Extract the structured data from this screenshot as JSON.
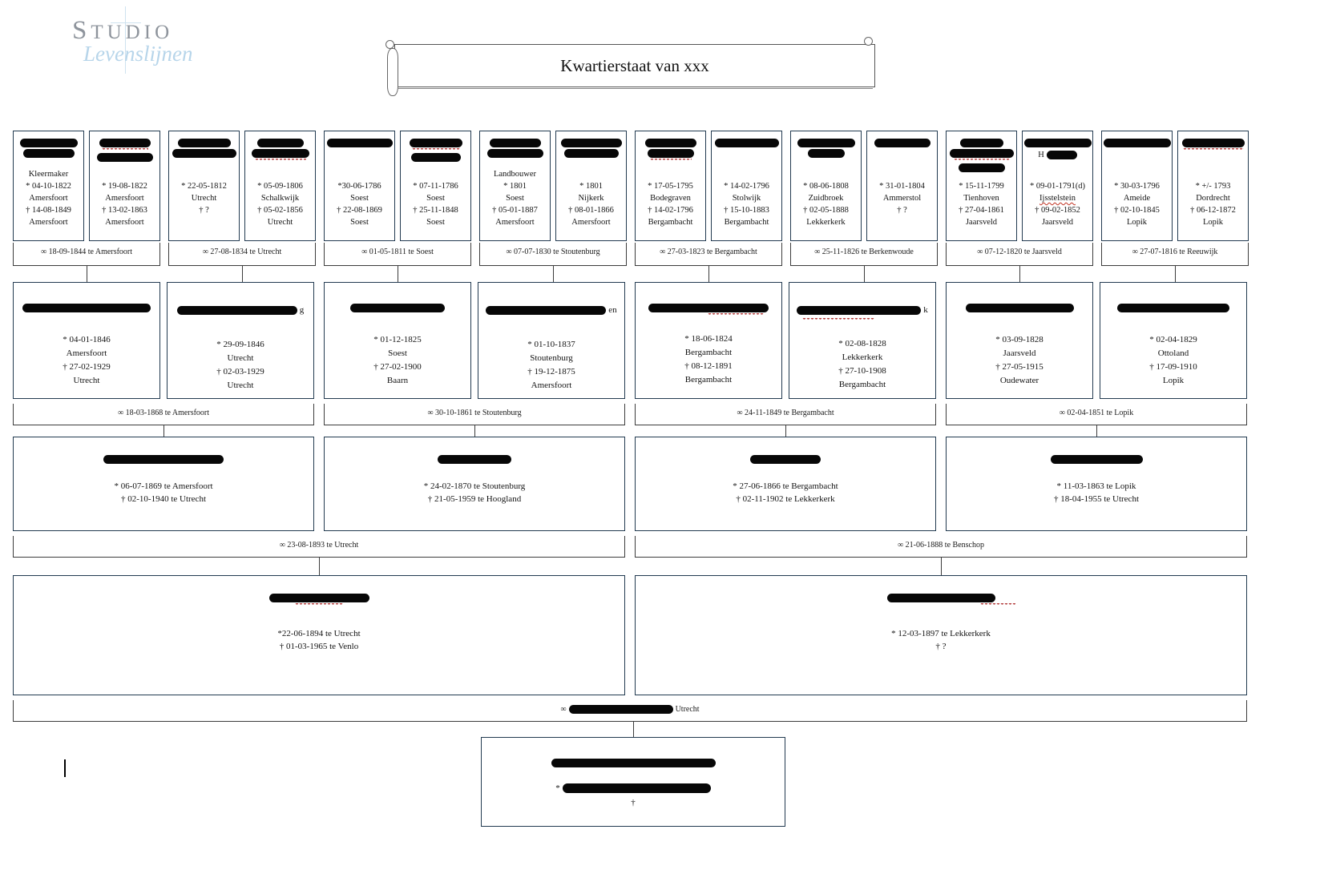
{
  "logo": {
    "studio": "Studio",
    "script": "Levenslijnen"
  },
  "banner": {
    "title": "Kwartierstaat van xxx"
  },
  "gen5": [
    {
      "occupation": "Kleermaker",
      "birth": "* 04-10-1822",
      "birth_place": "Amersfoort",
      "death": "† 14-08-1849",
      "death_place": "Amersfoort"
    },
    {
      "birth": "* 19-08-1822",
      "birth_place": "Amersfoort",
      "death": "† 13-02-1863",
      "death_place": "Amersfoort"
    },
    {
      "birth": "* 22-05-1812",
      "birth_place": "Utrecht",
      "death": "† ?"
    },
    {
      "birth": "* 05-09-1806",
      "birth_place": "Schalkwijk",
      "death": "† 05-02-1856",
      "death_place": "Utrecht"
    },
    {
      "birth": "*30-06-1786",
      "birth_place": "Soest",
      "death": "† 22-08-1869",
      "death_place": "Soest"
    },
    {
      "birth": "* 07-11-1786",
      "birth_place": "Soest",
      "death": "† 25-11-1848",
      "death_place": "Soest"
    },
    {
      "occupation": "Landbouwer",
      "birth": "* 1801",
      "birth_place": "Soest",
      "death": "† 05-01-1887",
      "death_place": "Amersfoort"
    },
    {
      "birth": "* 1801",
      "birth_place": "Nijkerk",
      "death": "† 08-01-1866",
      "death_place": "Amersfoort"
    },
    {
      "birth": "* 17-05-1795",
      "birth_place": "Bodegraven",
      "death": "† 14-02-1796",
      "death_place": "Bergambacht"
    },
    {
      "birth": "* 14-02-1796",
      "birth_place": "Stolwijk",
      "death": "† 15-10-1883",
      "death_place": "Bergambacht"
    },
    {
      "birth": "* 08-06-1808",
      "birth_place": "Zuidbroek",
      "death": "† 02-05-1888",
      "death_place": "Lekkerkerk"
    },
    {
      "birth": "* 31-01-1804",
      "birth_place": "Ammerstol",
      "death": "† ?"
    },
    {
      "birth": "* 15-11-1799",
      "birth_place": "Tienhoven",
      "death": "† 27-04-1861",
      "death_place": "Jaarsveld"
    },
    {
      "name_visible": "H",
      "birth": "* 09-01-1791(d)",
      "birth_place": "Ijsstelstein",
      "death": "† 09-02-1852",
      "death_place": "Jaarsveld"
    },
    {
      "birth": "* 30-03-1796",
      "birth_place": "Ameide",
      "death": "† 02-10-1845",
      "death_place": "Lopik"
    },
    {
      "birth": "* +/- 1793",
      "birth_place": "Dordrecht",
      "death": "† 06-12-1872",
      "death_place": "Lopik"
    }
  ],
  "marriages_g5": [
    {
      "label": "∞  18-09-1844 te Amersfoort"
    },
    {
      "label": "∞ 27-08-1834 te Utrecht"
    },
    {
      "label": "∞ 01-05-1811 te Soest"
    },
    {
      "label": "∞ 07-07-1830 te Stoutenburg"
    },
    {
      "label": "∞ 27-03-1823 te Bergambacht"
    },
    {
      "label": "∞ 25-11-1826 te Berkenwoude"
    },
    {
      "label": "∞ 07-12-1820 te Jaarsveld"
    },
    {
      "label": "∞ 27-07-1816 te Reeuwijk"
    }
  ],
  "gen4": [
    {
      "birth": "* 04-01-1846",
      "birth_place": "Amersfoort",
      "death": "† 27-02-1929",
      "death_place": "Utrecht"
    },
    {
      "name_suffix": "g",
      "birth": "* 29-09-1846",
      "birth_place": "Utrecht",
      "death": "† 02-03-1929",
      "death_place": "Utrecht"
    },
    {
      "birth": "* 01-12-1825",
      "birth_place": "Soest",
      "death": "† 27-02-1900",
      "death_place": "Baarn"
    },
    {
      "name_suffix": "en",
      "birth": "* 01-10-1837",
      "birth_place": "Stoutenburg",
      "death": "† 19-12-1875",
      "death_place": "Amersfoort"
    },
    {
      "birth": "* 18-06-1824",
      "birth_place": "Bergambacht",
      "death": "† 08-12-1891",
      "death_place": "Bergambacht"
    },
    {
      "name_suffix": "k",
      "birth": "* 02-08-1828",
      "birth_place": "Lekkerkerk",
      "death": "† 27-10-1908",
      "death_place": "Bergambacht"
    },
    {
      "birth": "* 03-09-1828",
      "birth_place": "Jaarsveld",
      "death": "† 27-05-1915",
      "death_place": "Oudewater"
    },
    {
      "birth": "* 02-04-1829",
      "birth_place": "Ottoland",
      "death": "† 17-09-1910",
      "death_place": "Lopik"
    }
  ],
  "marriages_g4": [
    {
      "label": "∞  18-03-1868 te Amersfoort"
    },
    {
      "label": "∞ 30-10-1861 te Stoutenburg"
    },
    {
      "label": "∞ 24-11-1849 te Bergambacht"
    },
    {
      "label": "∞ 02-04-1851 te Lopik"
    }
  ],
  "gen3": [
    {
      "birth": "* 06-07-1869 te Amersfoort",
      "death": "† 02-10-1940 te Utrecht"
    },
    {
      "birth": "* 24-02-1870 te Stoutenburg",
      "death": "† 21-05-1959 te Hoogland"
    },
    {
      "birth": "* 27-06-1866 te Bergambacht",
      "death": "† 02-11-1902 te Lekkerkerk"
    },
    {
      "birth": "* 11-03-1863 te Lopik",
      "death": "† 18-04-1955 te Utrecht"
    }
  ],
  "marriages_g3": [
    {
      "label": "∞  23-08-1893 te Utrecht"
    },
    {
      "label": "∞ 21-06-1888 te Benschop"
    }
  ],
  "gen2": [
    {
      "birth": "*22-06-1894 te Utrecht",
      "death": "† 01-03-1965 te Venlo"
    },
    {
      "birth": "* 12-03-1897 te Lekkerkerk",
      "death": "† ?"
    }
  ],
  "marriage_g2": {
    "symbol": "∞",
    "place": "Utrecht"
  },
  "gen1": {
    "birth_symbol": "*",
    "death_symbol": "†"
  }
}
